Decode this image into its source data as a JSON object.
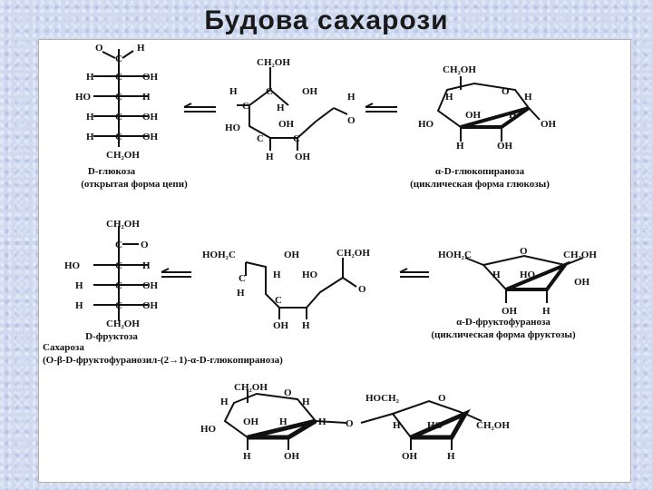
{
  "slide": {
    "title": "Будова сахарози",
    "glucose_open_caption": "D-глюкоза",
    "glucose_open_sub": "(открытая форма цепи)",
    "glucopyranose_caption": "α-D-глюкопираноза",
    "glucopyranose_sub": "(циклическая форма глюкозы)",
    "fructose_open_caption": "D-фруктоза",
    "fructofuranose_caption": "α-D-фруктофураноза",
    "fructofuranose_sub": "(циклическая форма фруктозы)",
    "sucrose_caption": "Сахароза",
    "sucrose_sub": "(О-β-D-фруктофуранозил-(2→1)-α-D-глюкопираноза)"
  },
  "colors": {
    "background": "#cfd9ef",
    "panel": "#ffffff",
    "ink": "#111111"
  }
}
